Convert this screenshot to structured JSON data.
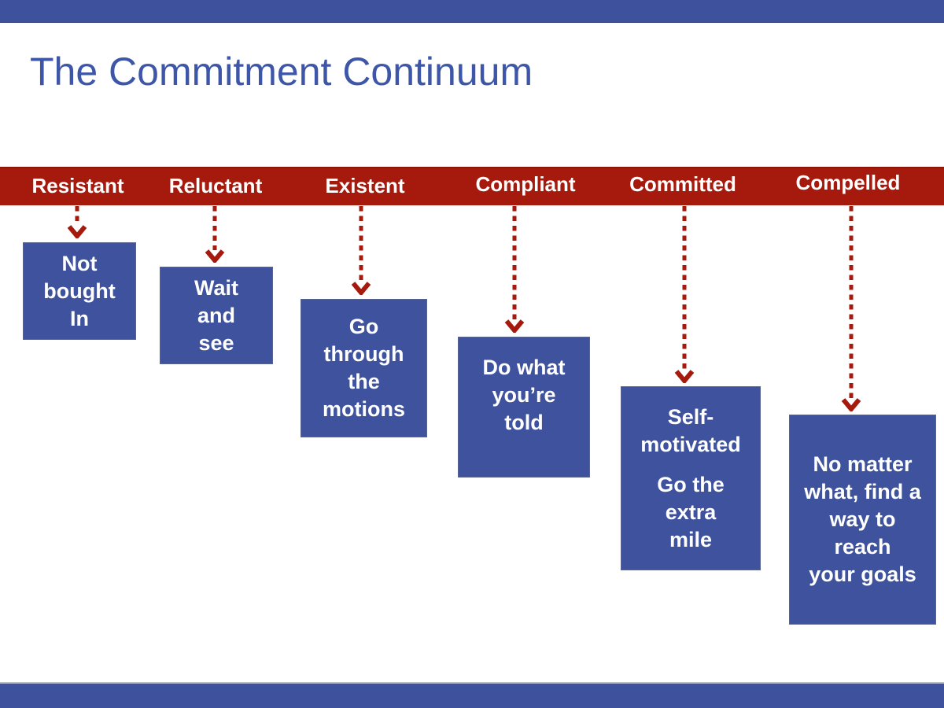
{
  "page": {
    "title": "The Commitment Continuum"
  },
  "colors": {
    "accent_blue": "#3e519d",
    "box_blue": "#3f529e",
    "bar_red": "#a61a0d",
    "title_blue": "#3d56a8",
    "text_white": "#ffffff"
  },
  "continuum": {
    "stages": [
      {
        "label": "Resistant",
        "lines": [
          "Not",
          "bought",
          "In"
        ]
      },
      {
        "label": "Reluctant",
        "lines": [
          "Wait",
          "and",
          "see"
        ]
      },
      {
        "label": "Existent",
        "lines": [
          "Go",
          "through",
          "the",
          "motions"
        ]
      },
      {
        "label": "Compliant",
        "lines": [
          "Do what",
          "you’re",
          "told"
        ]
      },
      {
        "label": "Committed",
        "lines": [
          "Self-",
          "motivated",
          "",
          "Go the",
          "extra",
          "mile"
        ]
      },
      {
        "label": "Compelled",
        "lines": [
          "No matter",
          "what, find a",
          "way to",
          "reach",
          "your goals"
        ]
      }
    ]
  }
}
